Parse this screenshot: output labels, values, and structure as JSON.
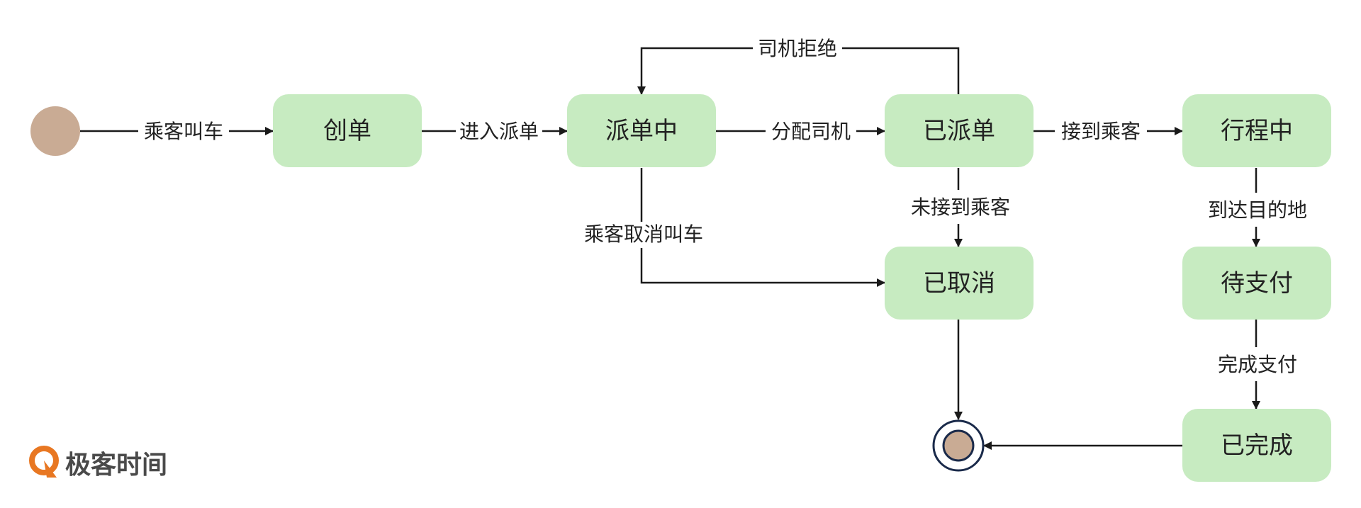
{
  "colors": {
    "state_fill": "#c7ebc1",
    "initial_fill": "#c9ab94",
    "line": "#1a1a1a",
    "final_ring": "#1a2a4a",
    "logo_orange": "#e87722"
  },
  "states": {
    "create": "创单",
    "dispatching": "派单中",
    "dispatched": "已派单",
    "in_trip": "行程中",
    "cancelled": "已取消",
    "pending_payment": "待支付",
    "completed": "已完成"
  },
  "transitions": {
    "passenger_call": "乘客叫车",
    "enter_dispatch": "进入派单",
    "assign_driver": "分配司机",
    "driver_reject": "司机拒绝",
    "pickup_passenger": "接到乘客",
    "missed_passenger": "未接到乘客",
    "passenger_cancel": "乘客取消叫车",
    "arrive_destination": "到达目的地",
    "complete_payment": "完成支付"
  },
  "logo": {
    "icon": "geektime-logo-icon",
    "text": "极客时间"
  }
}
